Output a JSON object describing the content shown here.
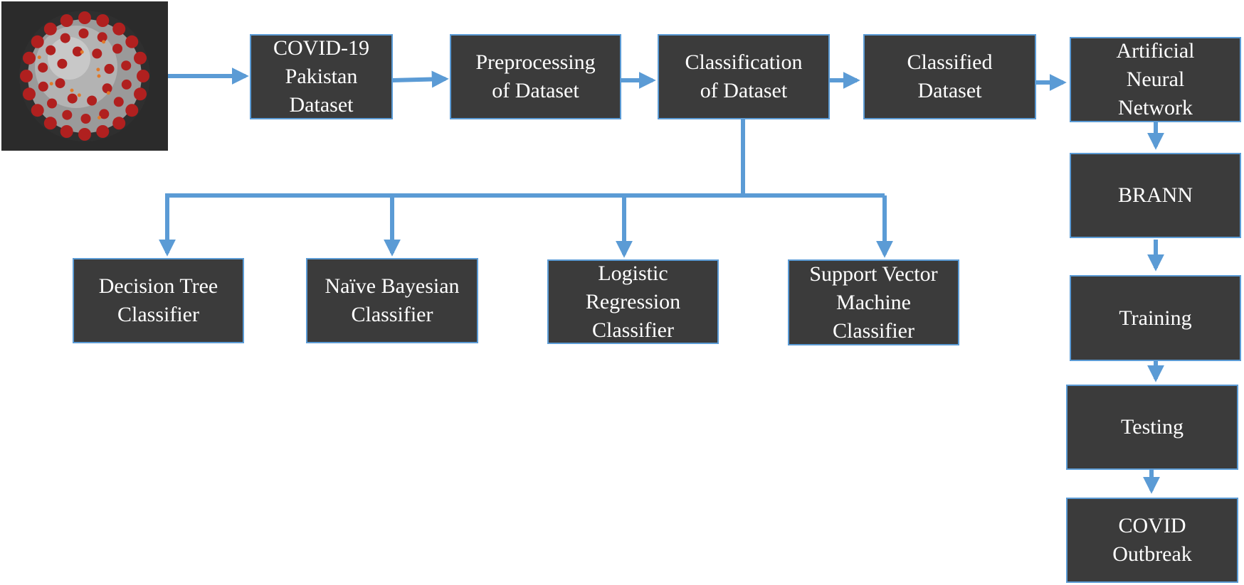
{
  "colors": {
    "box_fill": "#3b3b3b",
    "box_border": "#5b9bd5",
    "arrow": "#5b9bd5",
    "text": "#ffffff"
  },
  "image": {
    "icon": "coronavirus-icon"
  },
  "pipeline": [
    {
      "id": "covid-pakistan-dataset",
      "lines": [
        "COVID-19",
        "Pakistan",
        "Dataset"
      ]
    },
    {
      "id": "preprocessing",
      "lines": [
        "Preprocessing",
        "of Dataset"
      ]
    },
    {
      "id": "classification",
      "lines": [
        "Classification",
        "of Dataset"
      ]
    },
    {
      "id": "classified-dataset",
      "lines": [
        "Classified",
        "Dataset"
      ]
    }
  ],
  "classifiers": [
    {
      "id": "decision-tree",
      "lines": [
        "Decision Tree",
        "Classifier"
      ]
    },
    {
      "id": "naive-bayesian",
      "lines": [
        "Naïve Bayesian",
        "Classifier"
      ]
    },
    {
      "id": "logistic-regression",
      "lines": [
        "Logistic",
        "Regression",
        "Classifier"
      ]
    },
    {
      "id": "svm",
      "lines": [
        "Support Vector",
        "Machine",
        "Classifier"
      ]
    }
  ],
  "ann_column": [
    {
      "id": "ann",
      "lines": [
        "Artificial",
        "Neural",
        "Network"
      ]
    },
    {
      "id": "brann",
      "lines": [
        "BRANN"
      ]
    },
    {
      "id": "training",
      "lines": [
        "Training"
      ]
    },
    {
      "id": "testing",
      "lines": [
        "Testing"
      ]
    },
    {
      "id": "covid-outbreak",
      "lines": [
        "COVID",
        "Outbreak"
      ]
    }
  ]
}
